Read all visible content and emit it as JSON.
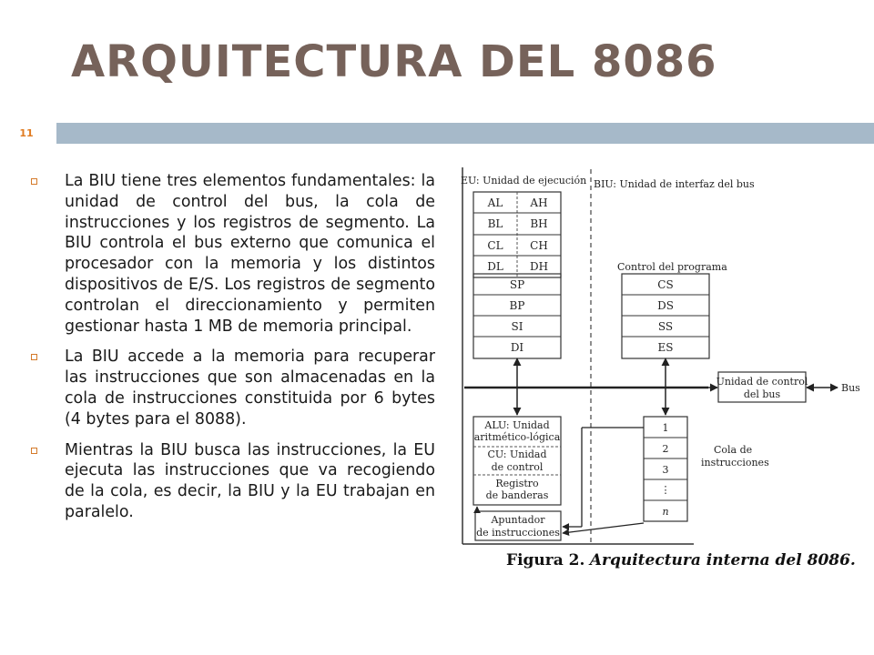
{
  "slide": {
    "title": "ARQUITECTURA DEL 8086",
    "number": "11"
  },
  "bullets": [
    "La BIU tiene tres elementos fundamentales: la unidad de control del bus, la cola de instrucciones y los registros de segmento. La BIU controla el bus externo que comunica el procesador con la memoria y los distintos dispositivos de E/S. Los registros de segmento controlan el direccionamiento y permiten gestionar hasta 1 MB de memoria principal.",
    "La BIU accede a la memoria para recuperar las instrucciones que son almacenadas en la cola de instrucciones constituida por 6 bytes (4 bytes para el 8088).",
    "Mientras la BIU busca las instrucciones, la EU ejecuta las instrucciones que va recogiendo de la cola, es decir, la BIU y la EU trabajan en paralelo."
  ],
  "figure": {
    "eu_label": "EU: Unidad de ejecución",
    "biu_label": "BIU: Unidad de interfaz del bus",
    "general_registers": [
      [
        "AL",
        "AH"
      ],
      [
        "BL",
        "BH"
      ],
      [
        "CL",
        "CH"
      ],
      [
        "DL",
        "DH"
      ]
    ],
    "pointer_registers": [
      "SP",
      "BP",
      "SI",
      "DI"
    ],
    "program_control_label": "Control del programa",
    "segment_registers": [
      "CS",
      "DS",
      "SS",
      "ES"
    ],
    "bus_control_label": [
      "Unidad de control",
      "del bus"
    ],
    "bus_label": "Bus",
    "alu_label": [
      "ALU: Unidad",
      "aritmético-lógica"
    ],
    "cu_label": [
      "CU: Unidad",
      "de control"
    ],
    "flags_label": [
      "Registro",
      "de banderas"
    ],
    "ip_label": [
      "Apuntador",
      "de instrucciones"
    ],
    "queue_items": [
      "1",
      "2",
      "3",
      "⋮",
      "n"
    ],
    "queue_label": [
      "Cola de",
      "instrucciones"
    ],
    "caption_bold": "Figura 2.",
    "caption_italic": "Arquitectura interna del 8086."
  }
}
